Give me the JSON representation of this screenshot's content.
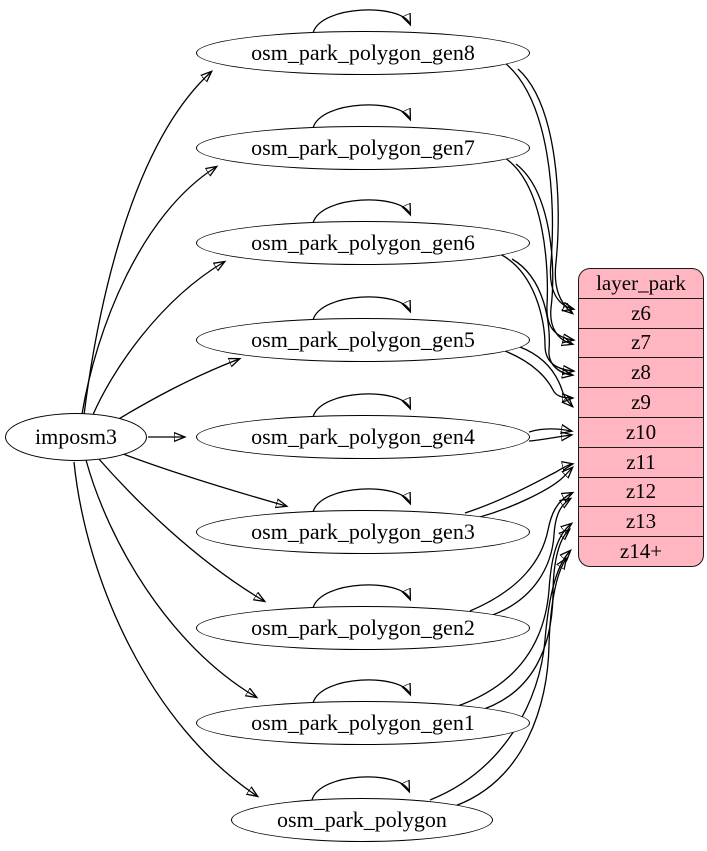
{
  "diagram": {
    "source_node": {
      "label": "imposm3"
    },
    "table_nodes": [
      {
        "id": "osm_park_polygon_gen8",
        "label": "osm_park_polygon_gen8"
      },
      {
        "id": "osm_park_polygon_gen7",
        "label": "osm_park_polygon_gen7"
      },
      {
        "id": "osm_park_polygon_gen6",
        "label": "osm_park_polygon_gen6"
      },
      {
        "id": "osm_park_polygon_gen5",
        "label": "osm_park_polygon_gen5"
      },
      {
        "id": "osm_park_polygon_gen4",
        "label": "osm_park_polygon_gen4"
      },
      {
        "id": "osm_park_polygon_gen3",
        "label": "osm_park_polygon_gen3"
      },
      {
        "id": "osm_park_polygon_gen2",
        "label": "osm_park_polygon_gen2"
      },
      {
        "id": "osm_park_polygon_gen1",
        "label": "osm_park_polygon_gen1"
      },
      {
        "id": "osm_park_polygon",
        "label": "osm_park_polygon"
      }
    ],
    "layer_table": {
      "title": "layer_park",
      "rows": [
        "z6",
        "z7",
        "z8",
        "z9",
        "z10",
        "z11",
        "z12",
        "z13",
        "z14+"
      ],
      "fill_color": "#ffb6c1",
      "border_color": "#1a1a1a"
    },
    "edges": [
      {
        "from": "imposm3",
        "to": "osm_park_polygon_gen8"
      },
      {
        "from": "imposm3",
        "to": "osm_park_polygon_gen7"
      },
      {
        "from": "imposm3",
        "to": "osm_park_polygon_gen6"
      },
      {
        "from": "imposm3",
        "to": "osm_park_polygon_gen5"
      },
      {
        "from": "imposm3",
        "to": "osm_park_polygon_gen4"
      },
      {
        "from": "imposm3",
        "to": "osm_park_polygon_gen3"
      },
      {
        "from": "imposm3",
        "to": "osm_park_polygon_gen2"
      },
      {
        "from": "imposm3",
        "to": "osm_park_polygon_gen1"
      },
      {
        "from": "imposm3",
        "to": "osm_park_polygon"
      },
      {
        "from": "osm_park_polygon_gen8",
        "to": "osm_park_polygon_gen8",
        "type": "self-loop"
      },
      {
        "from": "osm_park_polygon_gen7",
        "to": "osm_park_polygon_gen7",
        "type": "self-loop"
      },
      {
        "from": "osm_park_polygon_gen6",
        "to": "osm_park_polygon_gen6",
        "type": "self-loop"
      },
      {
        "from": "osm_park_polygon_gen5",
        "to": "osm_park_polygon_gen5",
        "type": "self-loop"
      },
      {
        "from": "osm_park_polygon_gen4",
        "to": "osm_park_polygon_gen4",
        "type": "self-loop"
      },
      {
        "from": "osm_park_polygon_gen3",
        "to": "osm_park_polygon_gen3",
        "type": "self-loop"
      },
      {
        "from": "osm_park_polygon_gen2",
        "to": "osm_park_polygon_gen2",
        "type": "self-loop"
      },
      {
        "from": "osm_park_polygon_gen1",
        "to": "osm_park_polygon_gen1",
        "type": "self-loop"
      },
      {
        "from": "osm_park_polygon",
        "to": "osm_park_polygon",
        "type": "self-loop"
      },
      {
        "from": "osm_park_polygon_gen8",
        "to": "layer_park.z6",
        "count": 2
      },
      {
        "from": "osm_park_polygon_gen7",
        "to": "layer_park.z7",
        "count": 2
      },
      {
        "from": "osm_park_polygon_gen6",
        "to": "layer_park.z8",
        "count": 2
      },
      {
        "from": "osm_park_polygon_gen5",
        "to": "layer_park.z9",
        "count": 2
      },
      {
        "from": "osm_park_polygon_gen4",
        "to": "layer_park.z10",
        "count": 2
      },
      {
        "from": "osm_park_polygon_gen3",
        "to": "layer_park.z11",
        "count": 2
      },
      {
        "from": "osm_park_polygon_gen2",
        "to": "layer_park.z12",
        "count": 2
      },
      {
        "from": "osm_park_polygon_gen1",
        "to": "layer_park.z13",
        "count": 2
      },
      {
        "from": "osm_park_polygon",
        "to": "layer_park.z14+",
        "count": 2
      }
    ],
    "colors": {
      "edge": "#000000",
      "node_fill": "#ffffff",
      "table_fill": "#ffb6c1"
    }
  }
}
